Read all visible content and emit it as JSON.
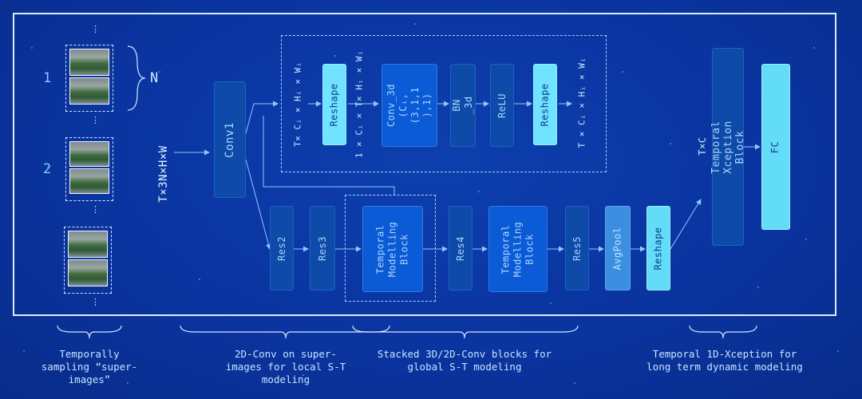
{
  "inputs": {
    "input_label": "T×3N×H×W",
    "group_labels": [
      "1",
      "2"
    ],
    "n_label": "N",
    "ellipsis": "⋮"
  },
  "blocks": {
    "conv1": "Conv1",
    "res2": "Res2",
    "res3": "Res3",
    "tm_block_1": "Temporal\nModelling\nBlock",
    "res4": "Res4",
    "tm_block_2": "Temporal\nModelling\nBlock",
    "res5": "Res5",
    "avgpool": "AvgPool",
    "reshape_main": "Reshape",
    "txc_block": "Temporal Xception Block",
    "fc": "FC",
    "reshape_1": "Reshape",
    "conv3d": "Conv_3d\n(Cᵢ,(3,1,1\n),1)",
    "bn3d": "BN _3d",
    "relu": "ReLU",
    "reshape_2": "Reshape"
  },
  "dims": {
    "d_in": "T× Cᵢ × Hᵢ × Wᵢ",
    "d_mid": "1 × Cᵢ × T× Hᵢ × Wᵢ",
    "d_out": "T × Cᵢ × Hᵢ × Wᵢ",
    "d_txc": "T×C"
  },
  "captions": {
    "c1": "Temporally\nsampling “super-\nimages”",
    "c2": "2D-Conv on super-\nimages for local S-T\nmodeling",
    "c3": "Stacked 3D/2D-Conv blocks for\nglobal S-T modeling",
    "c4": "Temporal 1D-Xception for\nlong term dynamic modeling"
  },
  "colors": {
    "background": "#0a34a0",
    "dark_block": "#0e4aa8",
    "mid_block": "#0b5ad6",
    "light_block": "#6fe3ff",
    "steel_block": "#3c8fe0",
    "line": "#8fc6ff"
  }
}
